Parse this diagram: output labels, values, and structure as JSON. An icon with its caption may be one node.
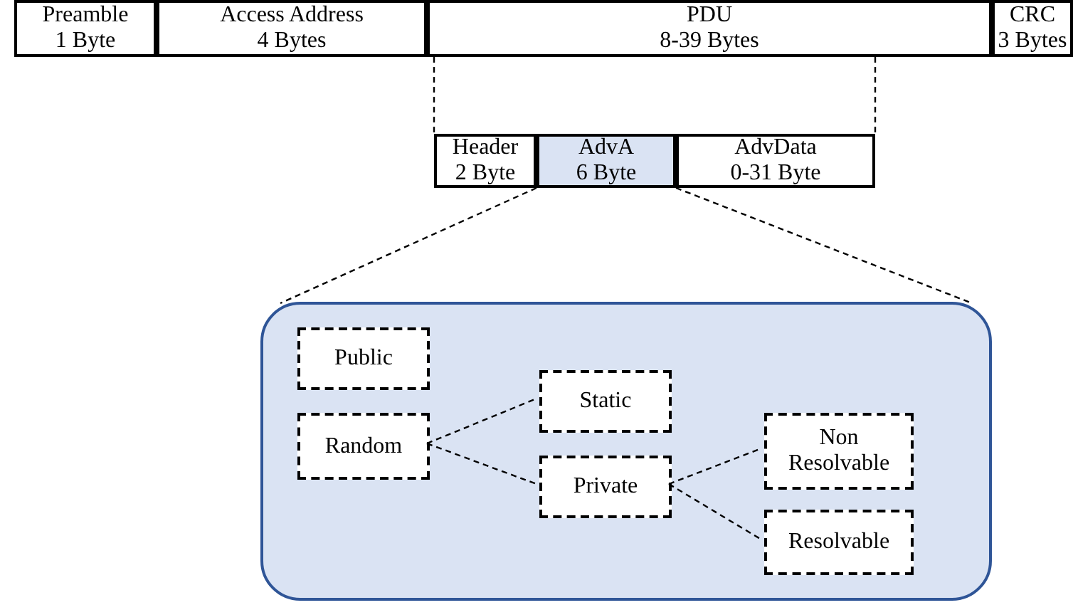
{
  "diagram": {
    "nodes": [
      {
        "text": [
          "Preamble",
          "1 Byte"
        ]
      },
      {
        "text": [
          "Access Address",
          "4 Bytes"
        ]
      },
      {
        "text": [
          "PDU",
          "8-39 Bytes"
        ]
      },
      {
        "text": [
          "CRC",
          "3 Bytes"
        ]
      },
      {
        "text": [
          "Header",
          "2 Byte"
        ]
      },
      {
        "text": [
          "AdvA",
          "6 Byte"
        ]
      },
      {
        "text": [
          "AdvData",
          "0-31 Byte"
        ]
      },
      {
        "text": [],
        "shape": "box"
      },
      {
        "text": [
          "Public"
        ],
        "in": 7
      },
      {
        "text": [
          "Random"
        ],
        "in": 7
      },
      {
        "text": [
          "Static"
        ],
        "in": 7
      },
      {
        "text": [
          "Private"
        ],
        "in": 7
      },
      {
        "text": [
          "Non Resolvable"
        ],
        "in": 7
      },
      {
        "text": [
          "Resolvable"
        ],
        "in": 7
      }
    ],
    "edges": [
      {
        "from": 2,
        "to": 4,
        "arrow": "none",
        "style": "dashed"
      },
      {
        "from": 2,
        "to": 6,
        "arrow": "none",
        "style": "dashed"
      },
      {
        "from": 5,
        "to": 7,
        "arrow": "none",
        "style": "dashed"
      },
      {
        "from": 5,
        "to": 7,
        "arrow": "none",
        "style": "dashed"
      },
      {
        "from": 9,
        "to": 10,
        "arrow": "none",
        "style": "dashed"
      },
      {
        "from": 9,
        "to": 11,
        "arrow": "none",
        "style": "dashed"
      },
      {
        "from": 11,
        "to": 12,
        "arrow": "none",
        "style": "dashed"
      },
      {
        "from": 11,
        "to": 13,
        "arrow": "none",
        "style": "dashed"
      }
    ]
  }
}
